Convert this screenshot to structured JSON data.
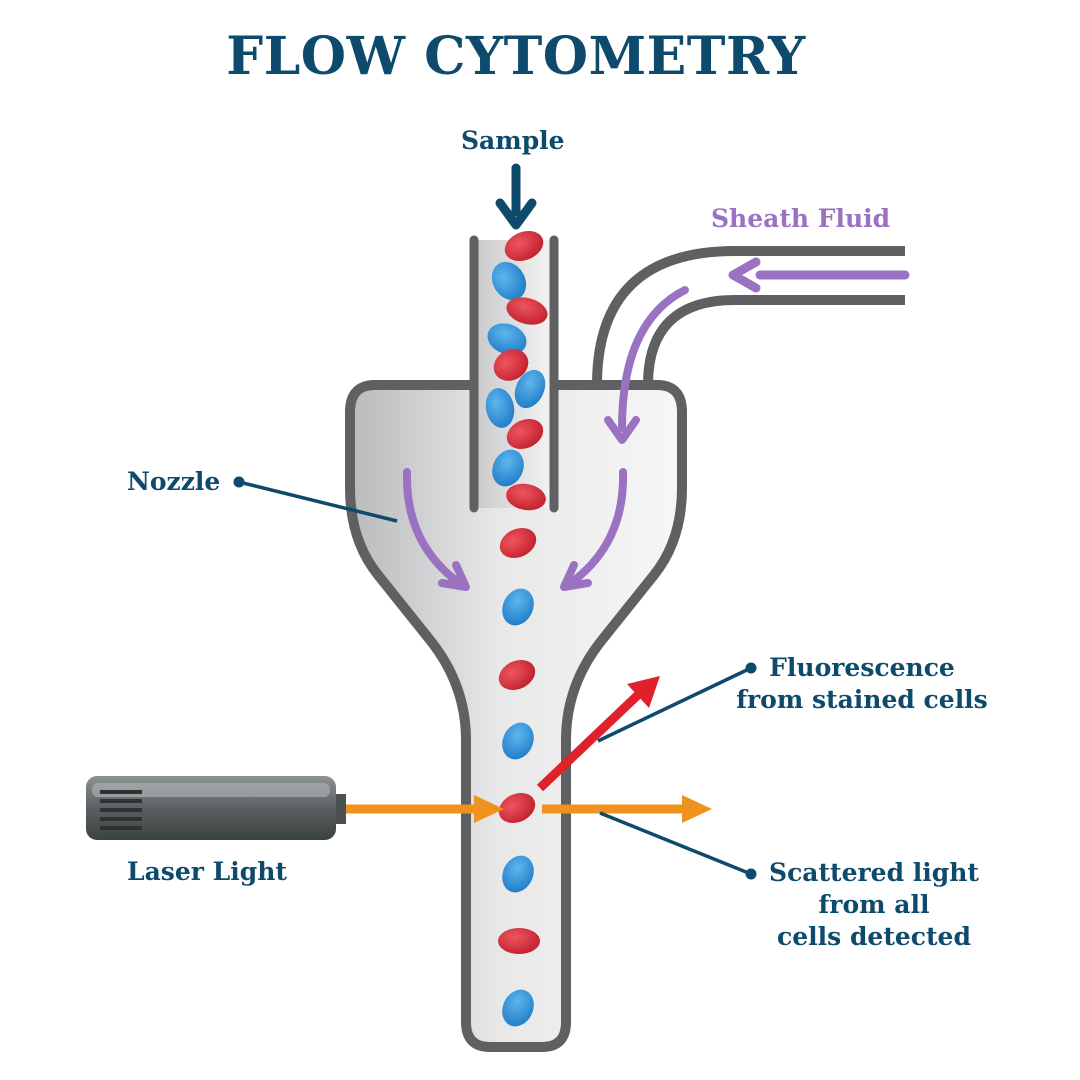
{
  "title": "FLOW CYTOMETRY",
  "labels": {
    "sample": "Sample",
    "sheath_fluid": "Sheath Fluid",
    "nozzle": "Nozzle",
    "laser_light": "Laser Light",
    "fluorescence": [
      "Fluorescence",
      "from stained cells"
    ],
    "scattered": [
      "Scattered light",
      "from all",
      "cells detected"
    ]
  },
  "colors": {
    "text": "#0d4a6b",
    "sheath": "#9b72c2",
    "laser_beam": "#f0921e",
    "fluorescence_arrow": "#e0202a",
    "red_cell": "#d42a35",
    "blue_cell": "#2b8fd8",
    "outline": "#5f6062"
  },
  "icons": [
    "down-arrow-icon",
    "laser-device-icon",
    "cell-icon"
  ]
}
